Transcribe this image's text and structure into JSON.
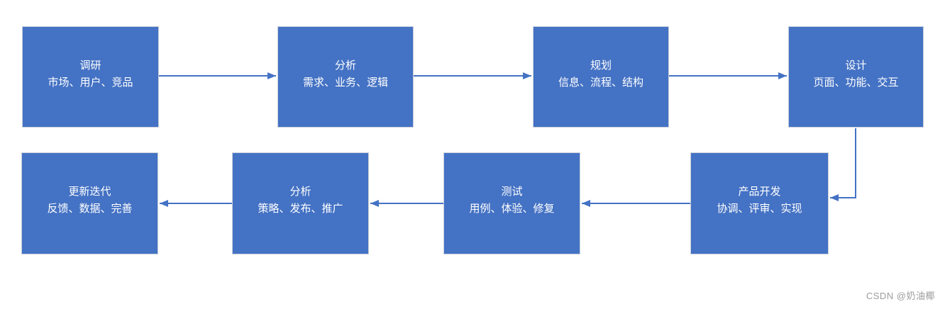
{
  "colors": {
    "node_fill": "#4472C4",
    "node_border": "#C9CFDA",
    "arrow": "#4472C4",
    "node_text": "#FFFFFF",
    "watermark": "#9C9C9C",
    "background": "#FFFFFF"
  },
  "diagram": {
    "type": "flowchart",
    "layout": "two rows; top row flows left-to-right, bottom row flows right-to-left (S-shaped product workflow)",
    "nodes": [
      {
        "id": "research",
        "title": "调研",
        "subtitle": "市场、用户、竞品"
      },
      {
        "id": "analysis",
        "title": "分析",
        "subtitle": "需求、业务、逻辑"
      },
      {
        "id": "planning",
        "title": "规划",
        "subtitle": "信息、流程、结构"
      },
      {
        "id": "design",
        "title": "设计",
        "subtitle": "页面、功能、交互"
      },
      {
        "id": "development",
        "title": "产品开发",
        "subtitle": "协调、评审、实现"
      },
      {
        "id": "testing",
        "title": "测试",
        "subtitle": "用例、体验、修复"
      },
      {
        "id": "release-analysis",
        "title": "分析",
        "subtitle": "策略、发布、推广"
      },
      {
        "id": "iteration",
        "title": "更新迭代",
        "subtitle": "反馈、数据、完善"
      }
    ],
    "edges": [
      {
        "from": "research",
        "to": "analysis",
        "shape": "straight-right"
      },
      {
        "from": "analysis",
        "to": "planning",
        "shape": "straight-right"
      },
      {
        "from": "planning",
        "to": "design",
        "shape": "straight-right"
      },
      {
        "from": "design",
        "to": "development",
        "shape": "elbow-down-left"
      },
      {
        "from": "development",
        "to": "testing",
        "shape": "straight-left"
      },
      {
        "from": "testing",
        "to": "release-analysis",
        "shape": "straight-left"
      },
      {
        "from": "release-analysis",
        "to": "iteration",
        "shape": "straight-left"
      }
    ]
  },
  "watermark": {
    "text": "CSDN @奶油椰"
  }
}
